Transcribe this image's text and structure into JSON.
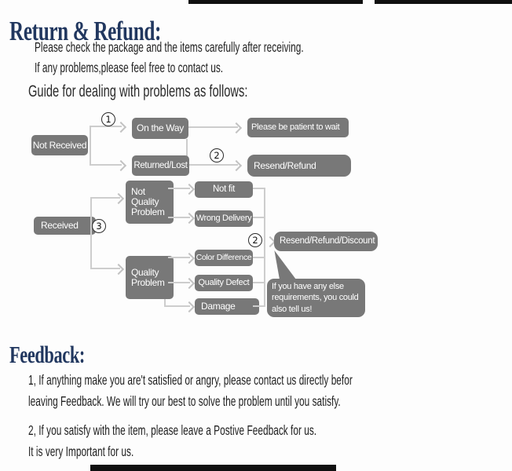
{
  "header": {
    "title": "Return & Refund:",
    "intro_line1": "Please check the package and the items carefully after receiving.",
    "intro_line2": "If any problems,please feel free to contact us.",
    "guide_heading": "Guide for dealing with problems as follows:"
  },
  "flow_not_received": {
    "start": "Not Received",
    "step1_number": "1",
    "on_the_way": "On the Way",
    "patient": "Please be patient to wait",
    "returned_lost": "Returned/Lost",
    "step2_number": "2",
    "resend_refund": "Resend/Refund"
  },
  "flow_received": {
    "start": "Received",
    "step3_number": "3",
    "not_quality_problem": "Not\nQuality\nProblem",
    "not_fit": "Not fit",
    "wrong_delivery": "Wrong Delivery",
    "quality_problem": "Quality\nProblem",
    "color_difference": "Color Difference",
    "quality_defect": "Quality Defect",
    "damage": "Damage",
    "step2_number": "2",
    "resend_refund_discount": "Resend/Refund/Discount",
    "bubble_note": "If you have any else\nrequirements, you could\nalso tell us!"
  },
  "feedback": {
    "title": "Feedback:",
    "line1": "1, If anything make you are't satisfied or angry, please contact us directly befor",
    "line2": "leaving Feedback. We will try our best to solve the problem until you satisfy.",
    "line3": "2, If you satisfy with the item, please leave a Postive Feedback for us.",
    "line4": "It is very Important for us."
  },
  "colors": {
    "accent_navy": "#21375f",
    "node_gray": "#787878",
    "line_gray": "#cdcdcd",
    "banner_black": "#101010"
  }
}
